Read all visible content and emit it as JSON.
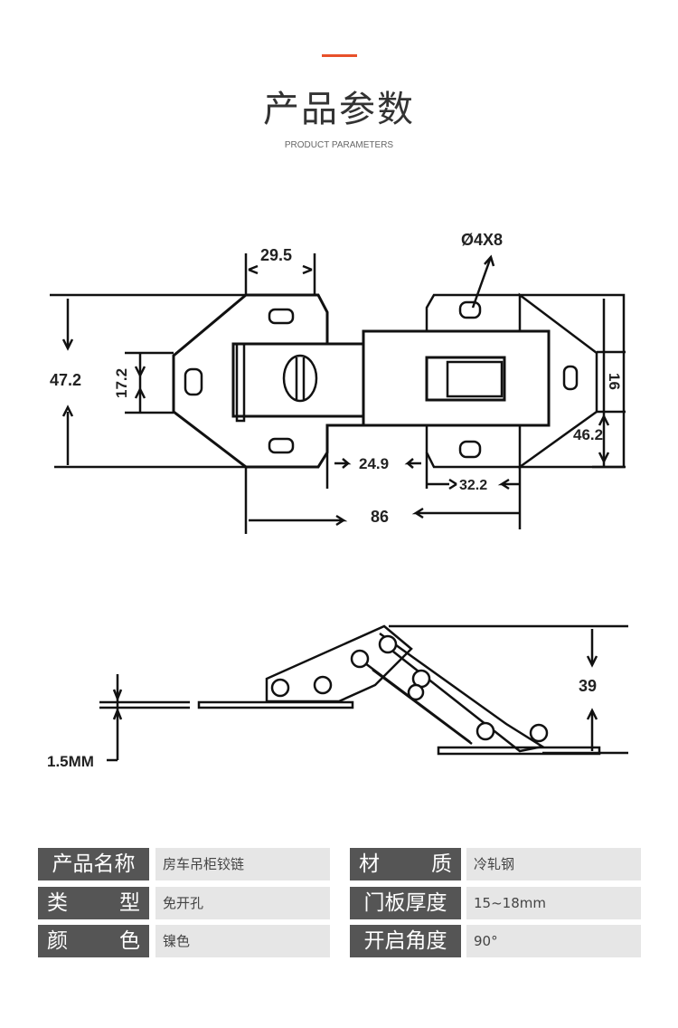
{
  "header": {
    "title": "产品参数",
    "subtitle": "PRODUCT PARAMETERS",
    "accent_color": "#e8502a"
  },
  "top_view_dimensions": {
    "width_top": "29.5",
    "hole": "Ø4X8",
    "height_total": "47.2",
    "height_mid": "17.2",
    "right_height": "16",
    "right_small": "46.2",
    "gap_mid": "24.9",
    "right_offset": "32.2",
    "length": "86"
  },
  "side_view_dimensions": {
    "height": "39",
    "thickness": "1.5MM"
  },
  "specs": {
    "left": [
      {
        "label": [
          "产品名称"
        ],
        "value": "房车吊柜铰链"
      },
      {
        "label": [
          "类",
          "型"
        ],
        "value": "免开孔"
      },
      {
        "label": [
          "颜",
          "色"
        ],
        "value": "镍色"
      }
    ],
    "right": [
      {
        "label": [
          "材",
          "质"
        ],
        "value": "冷轧钢"
      },
      {
        "label": [
          "门板厚度"
        ],
        "value": "15~18mm"
      },
      {
        "label": [
          "开启角度"
        ],
        "value": "90°"
      }
    ]
  }
}
